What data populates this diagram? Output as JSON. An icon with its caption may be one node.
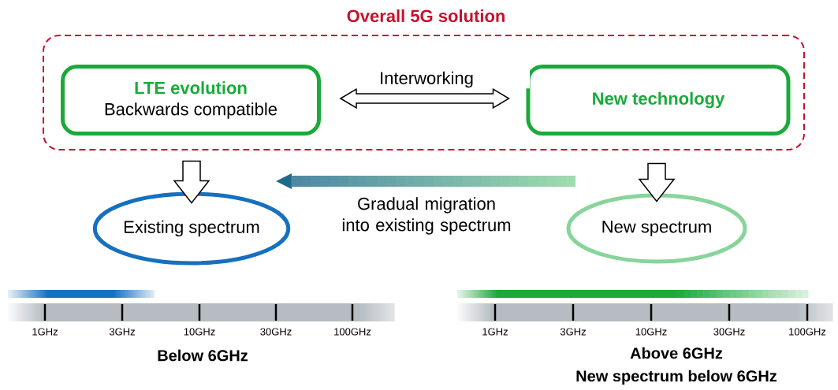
{
  "diagram": {
    "nodes": [
      {
        "text": [
          "Overall 5G solution"
        ]
      },
      {
        "text": [
          "LTE evolution",
          "Backwards compatible"
        ],
        "in": 0
      },
      {
        "text": [
          "New technology"
        ],
        "in": 0
      },
      {
        "text": [
          "Existing spectrum"
        ]
      },
      {
        "text": [
          "New spectrum"
        ]
      }
    ],
    "edges": [
      {
        "from": 1,
        "to": 2,
        "arrow": "both",
        "label": "Interworking"
      },
      {
        "from": 1,
        "to": 3,
        "arrow": "to"
      },
      {
        "from": 2,
        "to": 4,
        "arrow": "to"
      },
      {
        "from": 4,
        "to": 3,
        "arrow": "to",
        "style": "thick",
        "label": "Gradual migration into existing spectrum"
      }
    ],
    "labels": [
      "1GHz",
      "3GHz",
      "10GHz",
      "30GHz",
      "100GHz",
      "Below 6GHz",
      "1GHz",
      "3GHz",
      "10GHz",
      "30GHz",
      "100GHz",
      "Above 6GHz",
      "New spectrum below 6GHz"
    ]
  }
}
